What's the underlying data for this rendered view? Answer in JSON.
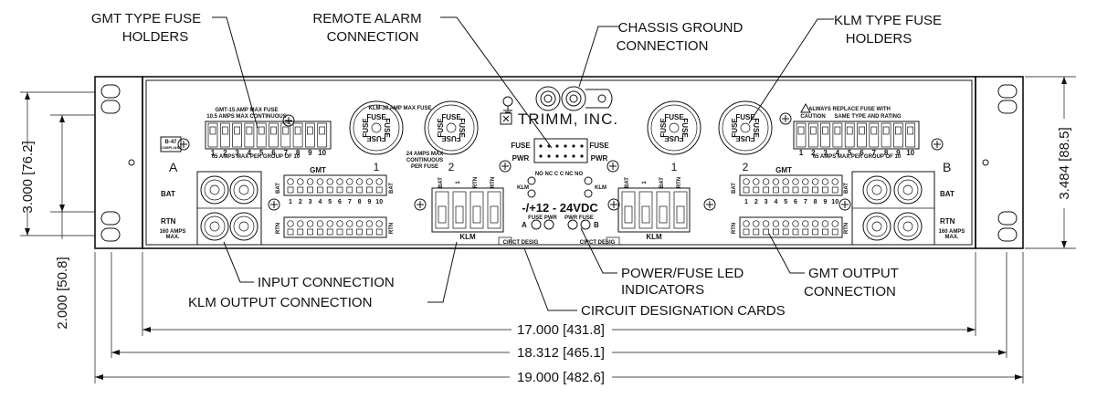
{
  "callouts": {
    "gmt_holders": [
      "GMT TYPE FUSE",
      "HOLDERS"
    ],
    "remote_alarm": [
      "REMOTE ALARM",
      "CONNECTION"
    ],
    "chassis_ground": [
      "CHASSIS GROUND",
      "CONNECTION"
    ],
    "klm_holders": [
      "KLM TYPE FUSE",
      "HOLDERS"
    ],
    "input_connection": "INPUT CONNECTION",
    "klm_output": "KLM OUTPUT CONNECTION",
    "power_fuse_led": [
      "POWER/FUSE LED",
      "INDICATORS"
    ],
    "gmt_output": [
      "GMT OUTPUT",
      "CONNECTION"
    ],
    "circuit_cards": "CIRCUIT DESIGNATION CARDS"
  },
  "dimensions": {
    "height_left": "3.000 [76.2]",
    "height_right": "3.484 [88.5]",
    "offset_left": "2.000 [50.8]",
    "width_1": "17.000 [431.8]",
    "width_2": "18.312 [465.1]",
    "width_3": "19.000 [482.6]"
  },
  "panel": {
    "gmt_left_top1": "GMT-15 AMP MAX FUSE",
    "gmt_left_top2": "10.5 AMPS MAX CONTINUOUS",
    "gmt_group_note": "65 AMPS MAX PER GROUP OF 10",
    "klm_top": "KLM-30 AMP MAX FUSE",
    "klm_note1": "24 AMPS MAX",
    "klm_note2": "CONTINUOUS",
    "klm_note3": "PER FUSE",
    "warn1": "ALWAYS REPLACE FUSE WITH",
    "warn2": "CAUTION",
    "warn3": "SAME TYPE AND RATING",
    "brand": "TRIMM, INC.",
    "badge1": "B-47",
    "badge2": "COMPLIANT",
    "side_a": "A",
    "side_b": "B",
    "bat": "BAT",
    "rtn": "RTN",
    "amps1": "160 AMPS",
    "amps2": "MAX.",
    "gmt": "GMT",
    "klm": "KLM",
    "fuse": "FUSE",
    "pwr": "PWR",
    "voltage": "-/+12 - 24VDC",
    "nc_row": "NO NC C  C NC NO",
    "fuse_pwr": "FUSE PWR",
    "pwr_fuse": "PWR FUSE",
    "circ_desig": "CIRCT DESIG",
    "fuse_word": "FUSE",
    "fuse_nums": [
      "1",
      "2",
      "3",
      "4",
      "5",
      "6",
      "7",
      "8",
      "9",
      "10"
    ],
    "klm_nums": [
      "1",
      "2"
    ]
  }
}
